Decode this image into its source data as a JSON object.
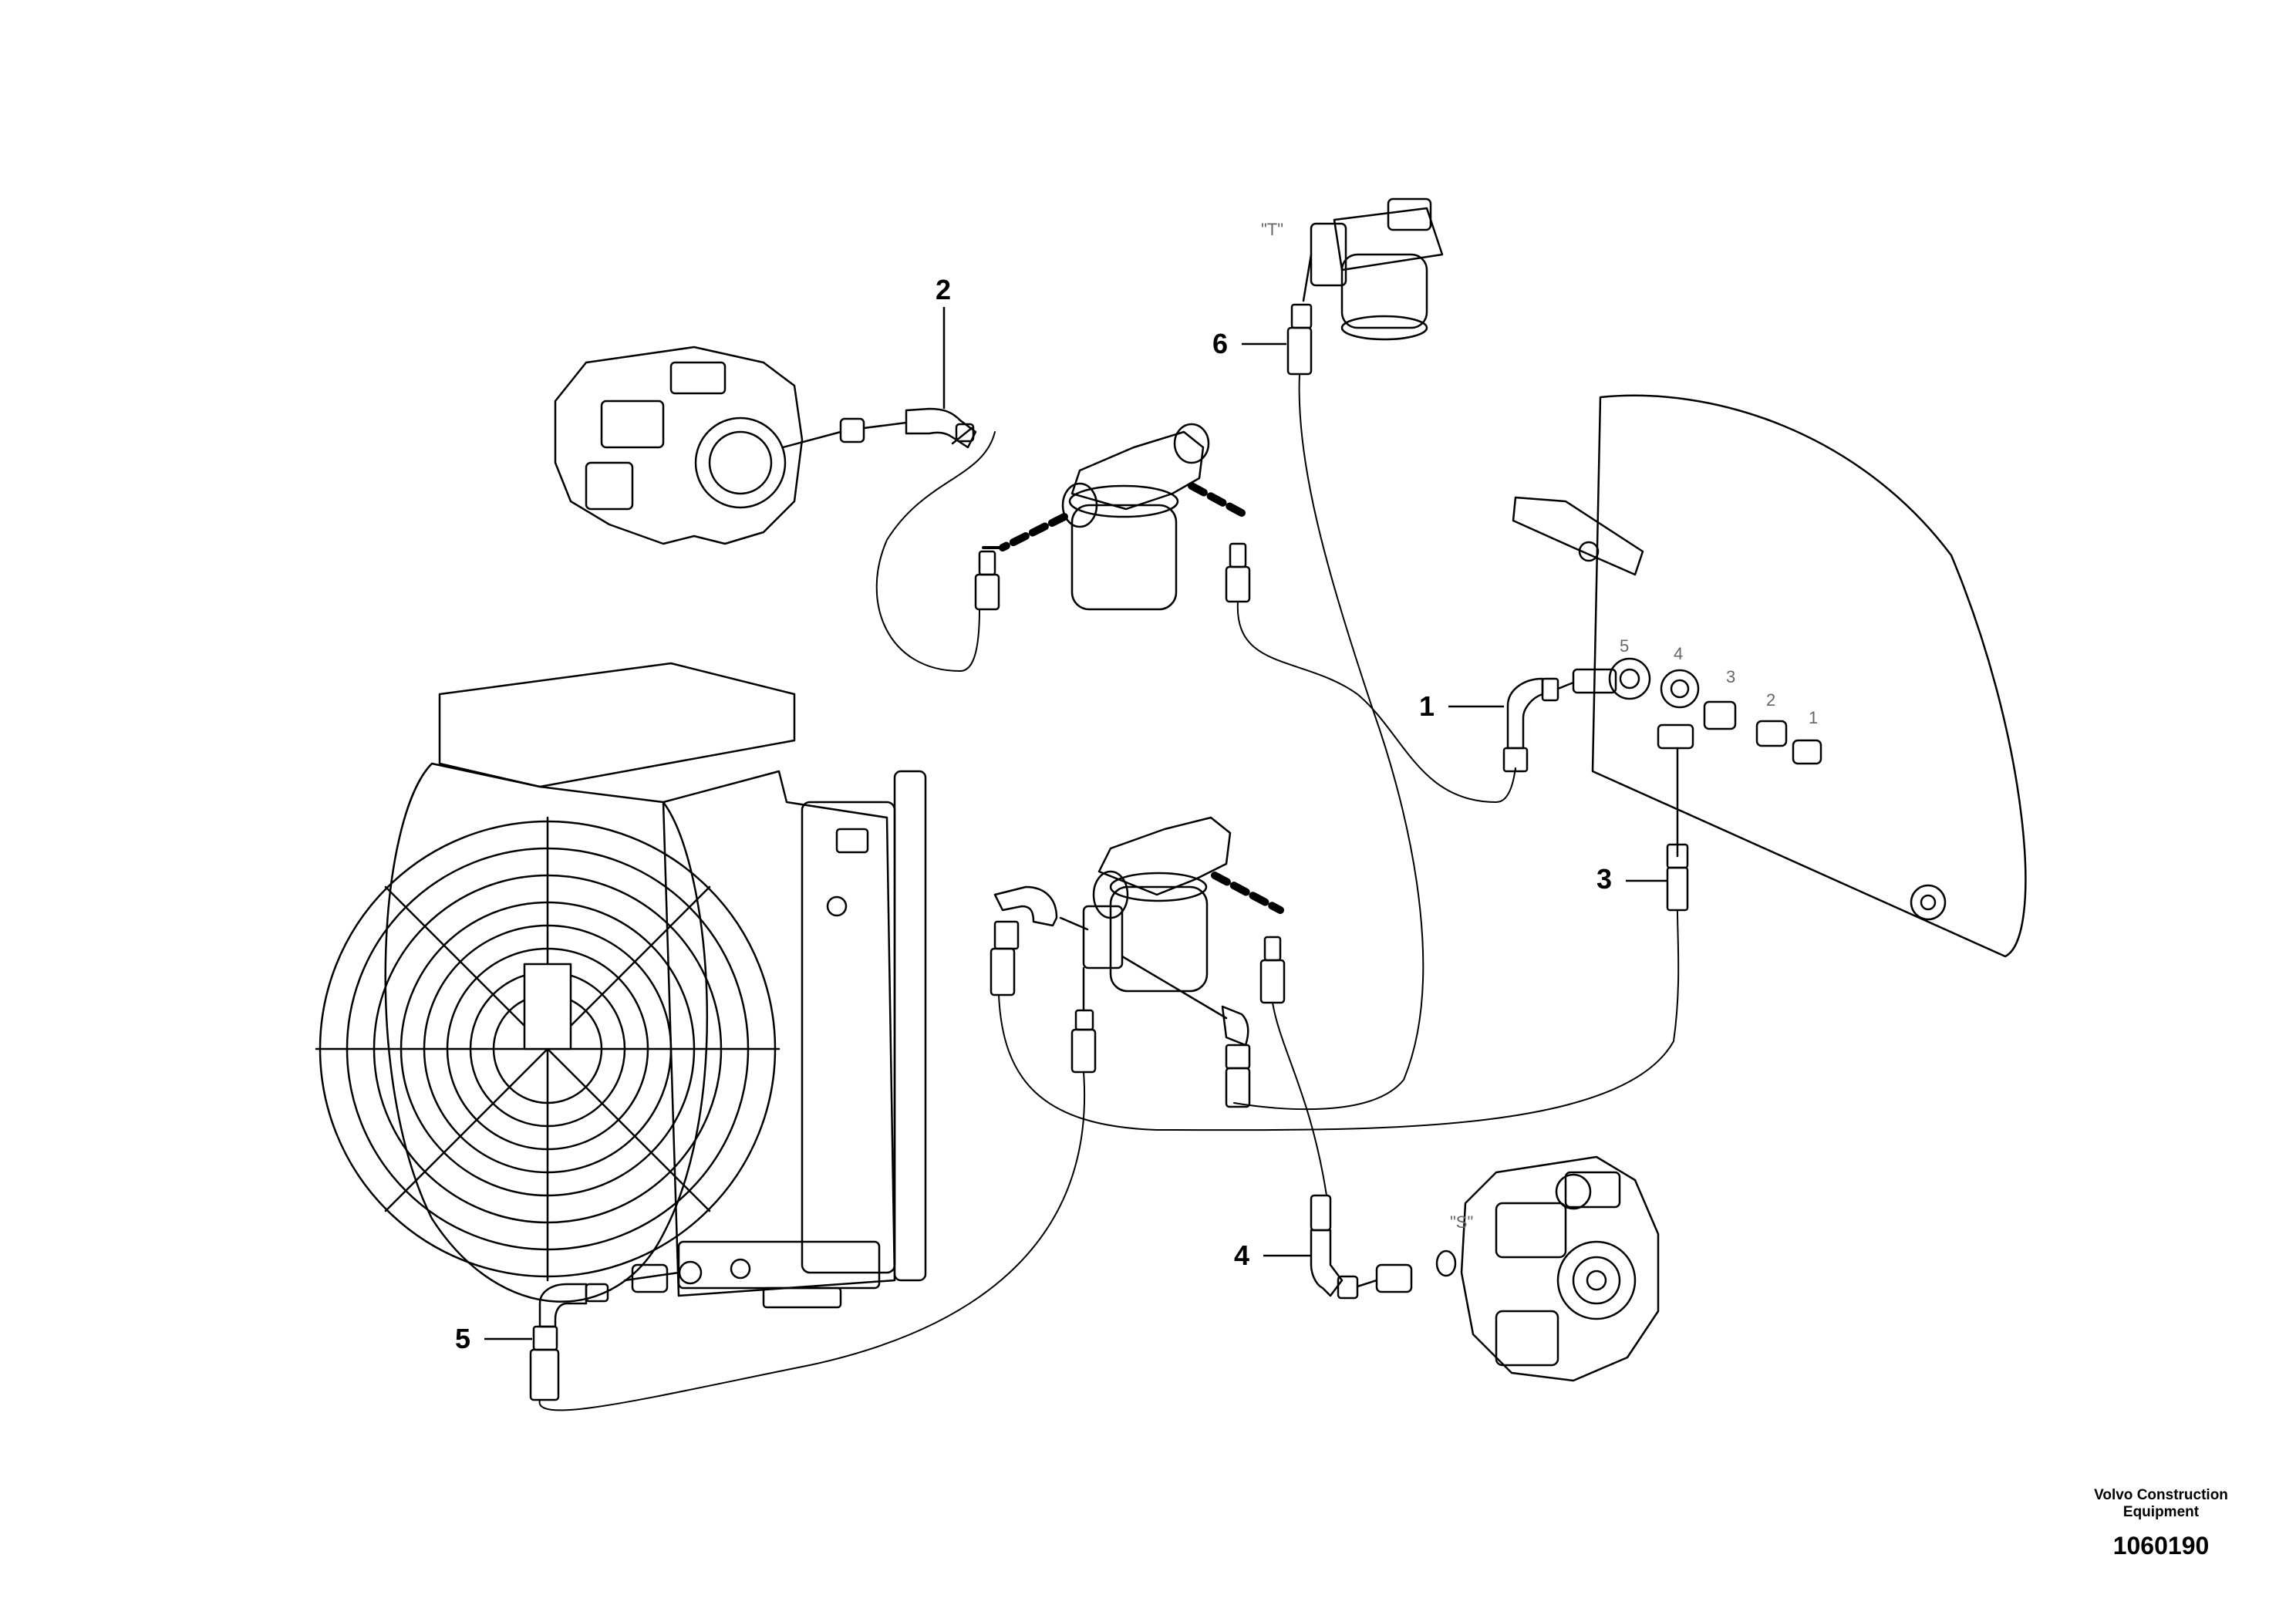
{
  "diagram": {
    "callouts": [
      "1",
      "2",
      "3",
      "4",
      "5",
      "6"
    ],
    "port_labels": [
      "5",
      "4",
      "3",
      "2",
      "1"
    ],
    "marker_t": "\"T\"",
    "marker_s": "\"S\""
  },
  "footer": {
    "brand": "Volvo Construction Equipment",
    "doc_number": "1060190"
  }
}
